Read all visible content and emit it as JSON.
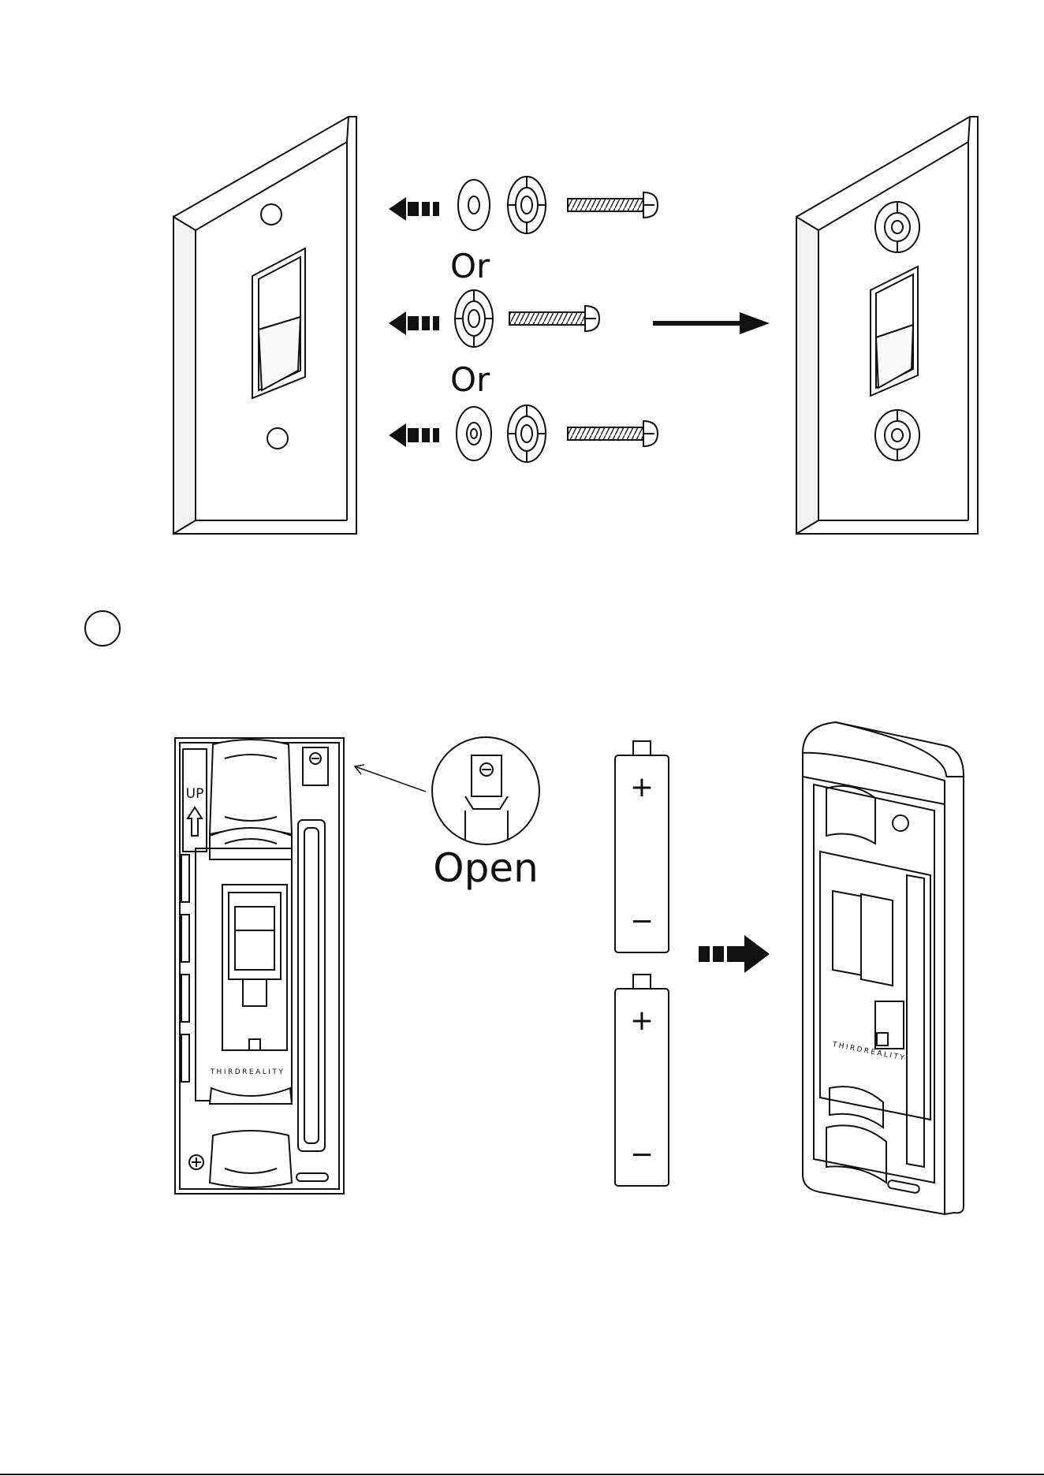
{
  "step1": {
    "separator_1": "Or",
    "separator_2": "Or"
  },
  "step2": {
    "step_number": "",
    "callout_label": "Open",
    "battery_top": {
      "positive": "+",
      "negative": "−"
    },
    "battery_bottom": {
      "positive": "+",
      "negative": "−"
    },
    "brand_left": "THIRDREALITY",
    "brand_right": "THIRDREALITY",
    "up_label": "UP"
  },
  "colors": {
    "ink": "#111111",
    "paper": "#ffffff",
    "shade": "#f0f0f0"
  }
}
